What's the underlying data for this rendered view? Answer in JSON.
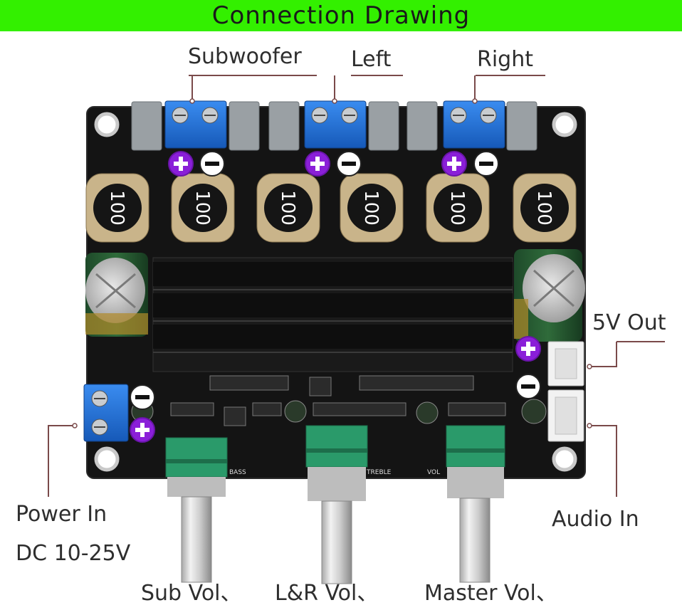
{
  "header": {
    "title": "Connection Drawing"
  },
  "labels": {
    "subwoofer": "Subwoofer",
    "left": "Left",
    "right": "Right",
    "five_v_out": "5V Out",
    "power_in": "Power In",
    "dc_range": "DC 10-25V",
    "audio_in": "Audio In",
    "sub_vol": "Sub Vol、",
    "lr_vol": "L&R Vol、",
    "master_vol": "Master Vol、"
  },
  "board": {
    "inductor_marking": "100",
    "silkscreen": {
      "bass": "BASS",
      "treble": "TREBLE",
      "vol": "VOL"
    }
  },
  "colors": {
    "banner": "#33f000",
    "board": "#141414",
    "terminal_blue": "#1f6fd6",
    "pot_green": "#2a9a6a",
    "polarity_plus": "#8a1fd8",
    "leader_line": "#7a4a4a"
  }
}
